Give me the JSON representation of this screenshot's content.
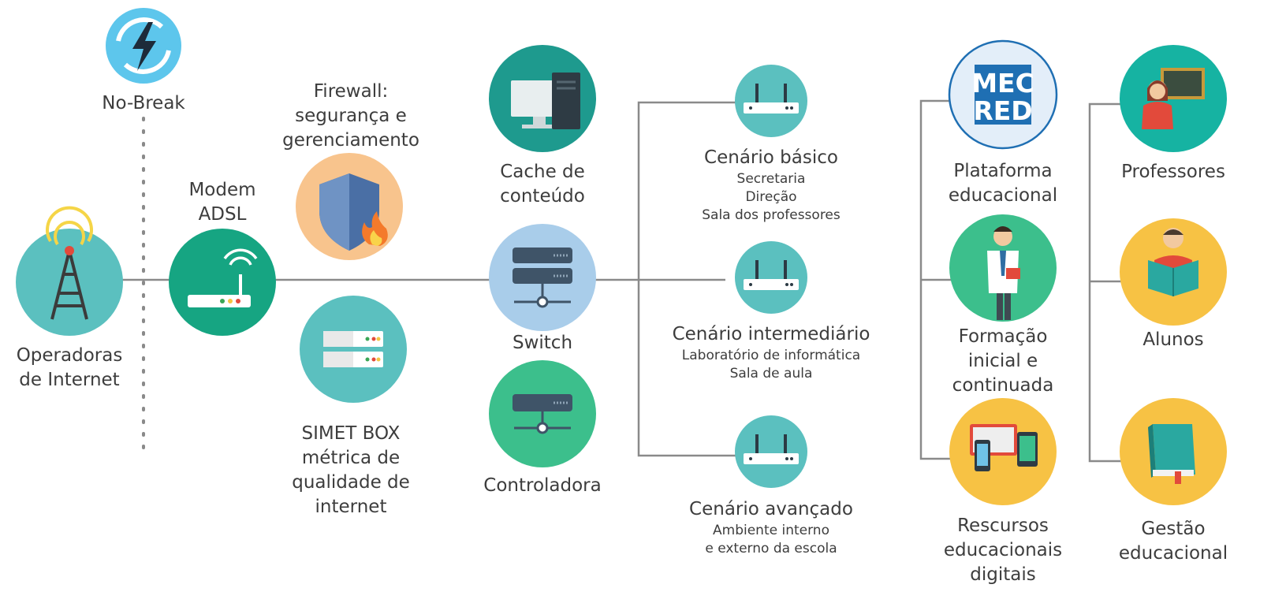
{
  "nodes": {
    "nobreak": {
      "lines": [
        "No-Break"
      ]
    },
    "operadoras": {
      "lines": [
        "Operadoras",
        "de Internet"
      ]
    },
    "modem": {
      "lines": [
        "Modem",
        "ADSL"
      ]
    },
    "firewall": {
      "lines": [
        "Firewall:",
        "segurança e",
        "gerenciamento"
      ]
    },
    "simet": {
      "lines": [
        "SIMET BOX",
        "métrica de",
        "qualidade de",
        "internet"
      ]
    },
    "cache": {
      "lines": [
        "Cache de",
        "conteúdo"
      ]
    },
    "switch": {
      "lines": [
        "Switch"
      ]
    },
    "controladora": {
      "lines": [
        "Controladora"
      ]
    },
    "basico": {
      "title": "Cenário básico",
      "items": [
        "Secretaria",
        "Direção",
        "Sala dos professores"
      ]
    },
    "intermediario": {
      "title": "Cenário intermediário",
      "items": [
        "Laboratório de informática",
        "Sala de aula"
      ]
    },
    "avancado": {
      "title": "Cenário avançado",
      "items": [
        "Ambiente interno",
        "e externo da escola"
      ]
    },
    "plataforma": {
      "lines": [
        "Plataforma",
        "educacional"
      ],
      "logo_text": [
        "MEC",
        "RED"
      ]
    },
    "formacao": {
      "lines": [
        "Formação",
        "inicial e",
        "continuada"
      ]
    },
    "recursos": {
      "lines": [
        "Rescursos",
        "educacionais",
        "digitais"
      ]
    },
    "professores": {
      "lines": [
        "Professores"
      ]
    },
    "alunos": {
      "lines": [
        "Alunos"
      ]
    },
    "gestao": {
      "lines": [
        "Gestão",
        "educacional"
      ]
    }
  },
  "colors": {
    "teal": "#5bc0bf",
    "dark_teal": "#1e9a8e",
    "green": "#16a582",
    "light_green": "#3cbf8c",
    "orange": "#f8c48d",
    "yellow": "#f7c244",
    "blue_light": "#a9cdea",
    "sky": "#5dc6ec",
    "line": "#8a8a8a",
    "mec_blue": "#1f6fb3"
  }
}
